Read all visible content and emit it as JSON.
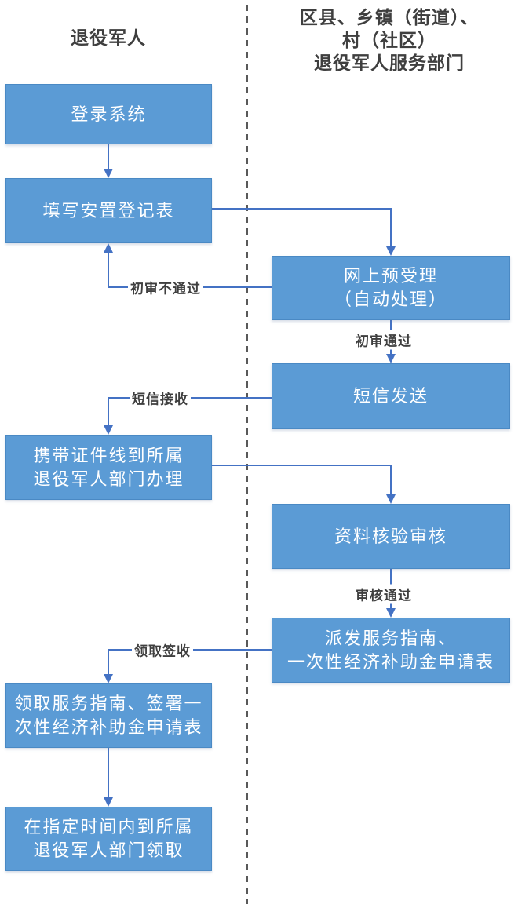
{
  "lanes": {
    "left": {
      "title": "退役军人"
    },
    "right": {
      "title_line1": "区县、乡镇（街道）、",
      "title_line2": "村（社区）",
      "title_line3": "退役军人服务部门"
    }
  },
  "steps": {
    "login": {
      "line1": "登录系统"
    },
    "fill_form": {
      "line1": "填写安置登记表"
    },
    "online_pre": {
      "line1": "网上预受理",
      "line2": "（自动处理）"
    },
    "sms_send": {
      "line1": "短信发送"
    },
    "visit_office": {
      "line1": "携带证件线到所属",
      "line2": "退役军人部门办理"
    },
    "material_review": {
      "line1": "资料核验审核"
    },
    "dispatch_forms": {
      "line1": "派发服务指南、",
      "line2": "一次性经济补助金申请表"
    },
    "receive_sign": {
      "line1": "领取服务指南、签署一",
      "line2": "次性经济补助金申请表"
    },
    "pickup": {
      "line1": "在指定时间内到所属",
      "line2": "退役军人部门领取"
    }
  },
  "edge_labels": {
    "initial_review_failed": "初审不通过",
    "initial_review_passed": "初审通过",
    "sms_received": "短信接收",
    "audit_passed": "审核通过",
    "receive_and_sign": "领取签收"
  },
  "colors": {
    "box_fill": "#5b9bd5",
    "box_border": "#4a89c4",
    "box_text": "#ffffff",
    "arrow": "#4472c4",
    "divider": "#595959",
    "label_text": "#3f3f3f"
  }
}
